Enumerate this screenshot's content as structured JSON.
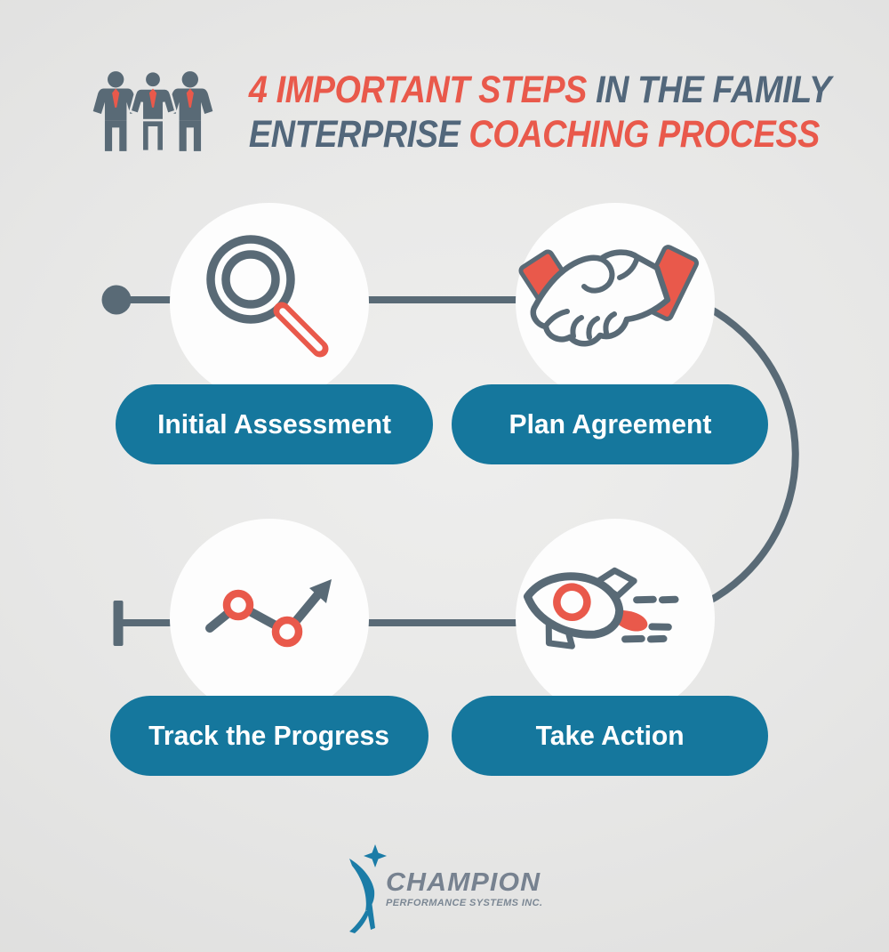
{
  "header": {
    "red1": "4 IMPORTANT STEPS",
    "slate1": "IN THE FAMILY",
    "slate2": "ENTERPRISE",
    "red2": "COACHING PROCESS",
    "icon": "three-people-icon"
  },
  "steps": [
    {
      "label": "Initial Assessment",
      "icon": "magnifying-glass-icon"
    },
    {
      "label": "Plan Agreement",
      "icon": "handshake-icon"
    },
    {
      "label": "Track the Progress",
      "icon": "line-chart-icon"
    },
    {
      "label": "Take Action",
      "icon": "rocket-icon"
    }
  ],
  "footer": {
    "brand": "CHAMPION",
    "tagline": "PERFORMANCE SYSTEMS INC.",
    "icon": "leaping-person-star-icon"
  },
  "colors": {
    "accent_red": "#e9594b",
    "slate": "#596a76",
    "header_slate": "#52677b",
    "pill_teal": "#15779d",
    "circle_white": "#fdfdfd",
    "background": "#e7e7e6",
    "logo_gray": "#778290",
    "logo_blue": "#1b7ca7"
  }
}
